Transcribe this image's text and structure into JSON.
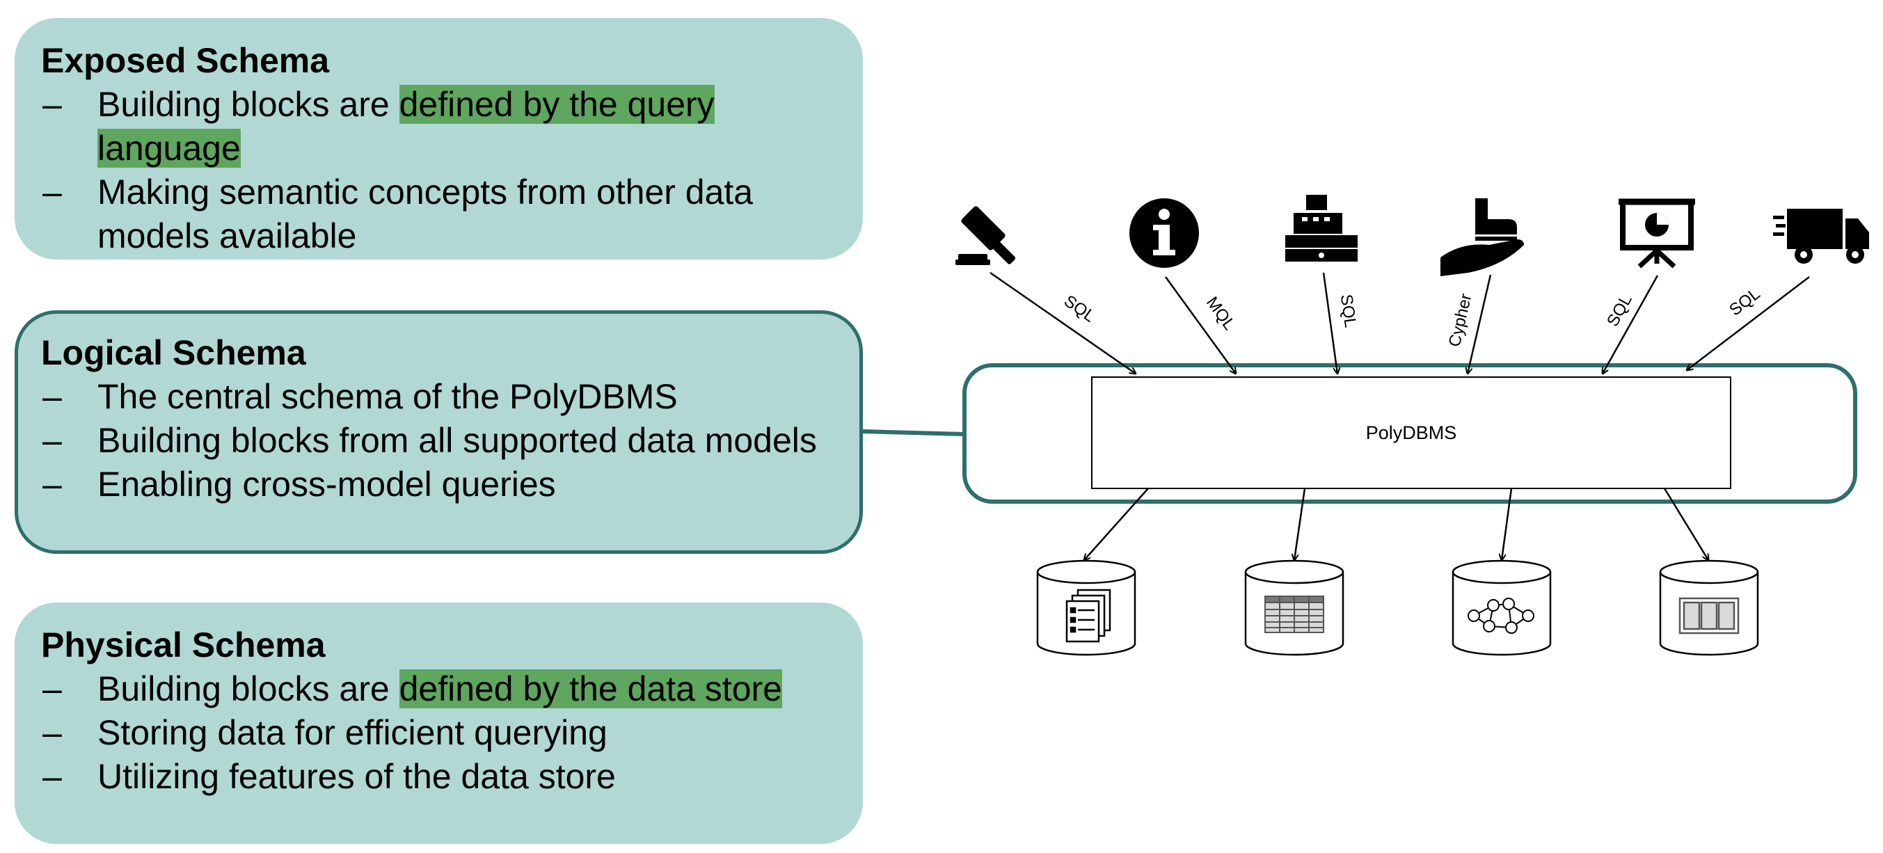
{
  "panels": {
    "exposed": {
      "title": "Exposed Schema",
      "items": [
        {
          "prefix": "Building blocks are ",
          "highlight": "defined by the query language",
          "suffix": ""
        },
        {
          "prefix": "Making semantic concepts from other data models available",
          "highlight": "",
          "suffix": ""
        }
      ]
    },
    "logical": {
      "title": "Logical Schema",
      "items": [
        {
          "prefix": "The central schema of the PolyDBMS",
          "highlight": "",
          "suffix": ""
        },
        {
          "prefix": "Building blocks from all supported data models",
          "highlight": "",
          "suffix": ""
        },
        {
          "prefix": "Enabling cross-model queries",
          "highlight": "",
          "suffix": ""
        }
      ]
    },
    "physical": {
      "title": "Physical Schema",
      "items": [
        {
          "prefix": "Building blocks are ",
          "highlight": "defined by the data store",
          "suffix": ""
        },
        {
          "prefix": "Storing data for efficient querying",
          "highlight": "",
          "suffix": ""
        },
        {
          "prefix": "Utilizing features of the data store",
          "highlight": "",
          "suffix": ""
        }
      ]
    }
  },
  "diagram": {
    "center_label": "PolyDBMS",
    "clients": [
      {
        "icon": "gavel-icon",
        "language": "SQL"
      },
      {
        "icon": "info-icon",
        "language": "MQL"
      },
      {
        "icon": "cash-register-icon",
        "language": "SQL"
      },
      {
        "icon": "hand-shoe-icon",
        "language": "Cypher"
      },
      {
        "icon": "presentation-chart-icon",
        "language": "SQL"
      },
      {
        "icon": "delivery-truck-icon",
        "language": "SQL"
      }
    ],
    "stores": [
      {
        "icon": "document-store-icon"
      },
      {
        "icon": "relational-table-icon"
      },
      {
        "icon": "graph-store-icon"
      },
      {
        "icon": "column-store-icon"
      }
    ]
  },
  "colors": {
    "panel_fill": "#b1d8d4",
    "panel_border": "#2e6f6c",
    "highlight": "#5fa65f"
  }
}
